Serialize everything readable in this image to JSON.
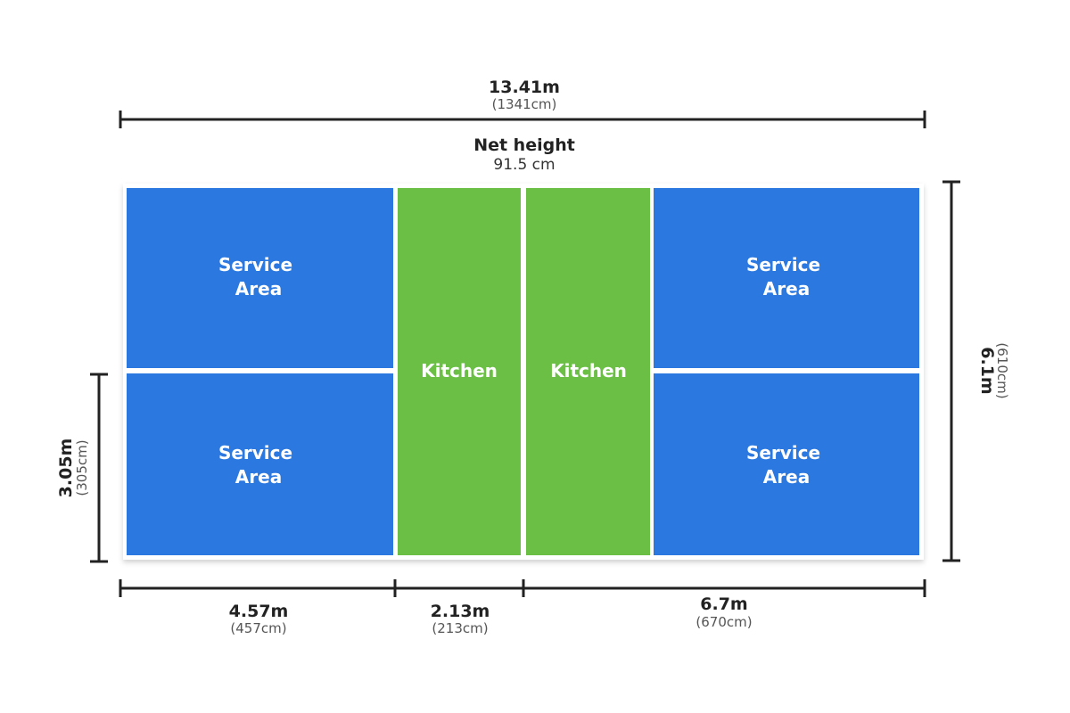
{
  "dimensions": {
    "total_length": {
      "main": "13.41m",
      "sub": "(1341cm)"
    },
    "net": {
      "title": "Net height",
      "value": "91.5 cm"
    },
    "court_width": {
      "main": "6.1m",
      "sub": "(610cm)"
    },
    "half_width": {
      "main": "3.05m",
      "sub": "(305cm)"
    },
    "service_length": {
      "main": "4.57m",
      "sub": "(457cm)"
    },
    "kitchen_length": {
      "main": "2.13m",
      "sub": "(213cm)"
    },
    "half_court_length": {
      "main": "6.7m",
      "sub": "(670cm)"
    }
  },
  "zones": {
    "service_top_left": [
      "Service",
      "Area"
    ],
    "service_bottom_left": [
      "Service",
      "Area"
    ],
    "service_top_right": [
      "Service",
      "Area"
    ],
    "service_bottom_right": [
      "Service",
      "Area"
    ],
    "kitchen_left": "Kitchen",
    "kitchen_right": "Kitchen"
  },
  "colors": {
    "service_area": "#2a78e0",
    "kitchen": "#6cbf45",
    "lines": "#ffffff",
    "dimension_lines": "#222222"
  }
}
